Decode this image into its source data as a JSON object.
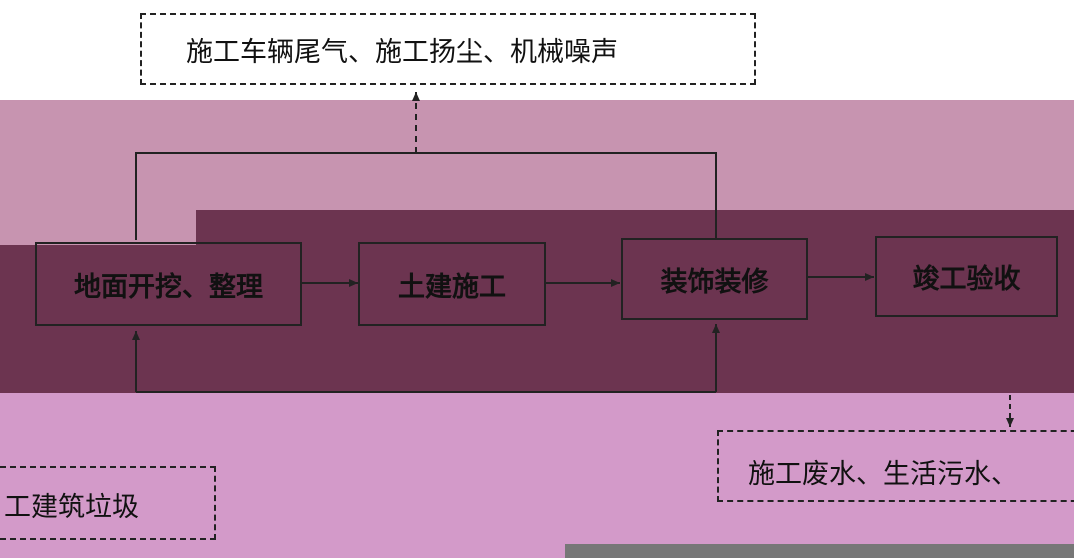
{
  "nodes": {
    "excavation": "地面开挖、整理",
    "civil": "土建施工",
    "decoration": "装饰装修",
    "acceptance": "竣工验收"
  },
  "impacts": {
    "air_noise": "施工车辆尾气、施工扬尘、机械噪声",
    "wastewater": "施工废水、生活污水、",
    "solid_waste": "工建筑垃圾"
  },
  "colors": {
    "top_band": "#c794b0",
    "middle_band": "#6c3450",
    "bottom_band": "#d39ac9",
    "line": "#222222"
  }
}
